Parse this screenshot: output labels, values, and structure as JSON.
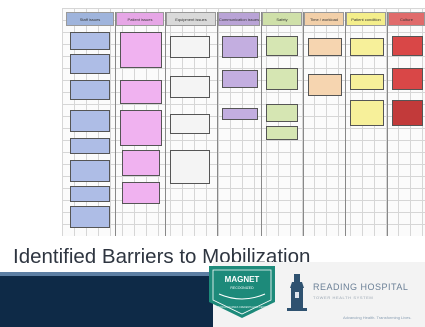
{
  "slide": {
    "title": "Identified Barriers to Mobilization"
  },
  "board": {
    "columns": [
      {
        "header": "Staff issues",
        "header_color": "#9fb4dc"
      },
      {
        "header": "Patient issues",
        "header_color": "#e6a6e6"
      },
      {
        "header": "Equipment issues",
        "header_color": "#d9d9d9"
      },
      {
        "header": "Communication issues",
        "header_color": "#b9a3d6"
      },
      {
        "header": "Safety",
        "header_color": "#cfe0a9"
      },
      {
        "header": "Time / workload",
        "header_color": "#f2cfa8"
      },
      {
        "header": "Patient condition",
        "header_color": "#f4ee8b"
      },
      {
        "header": "Culture",
        "header_color": "#e06b6b"
      }
    ]
  },
  "logos": {
    "magnet": {
      "name": "MAGNET",
      "sub": "RECOGNIZED",
      "caption": "AMERICAN NURSES CREDENTIALING CENTER"
    },
    "reading": {
      "name": "READING HOSPITAL",
      "sub": "TOWER HEALTH SYSTEM",
      "tagline": "Advancing Health. Transforming Lives."
    }
  }
}
